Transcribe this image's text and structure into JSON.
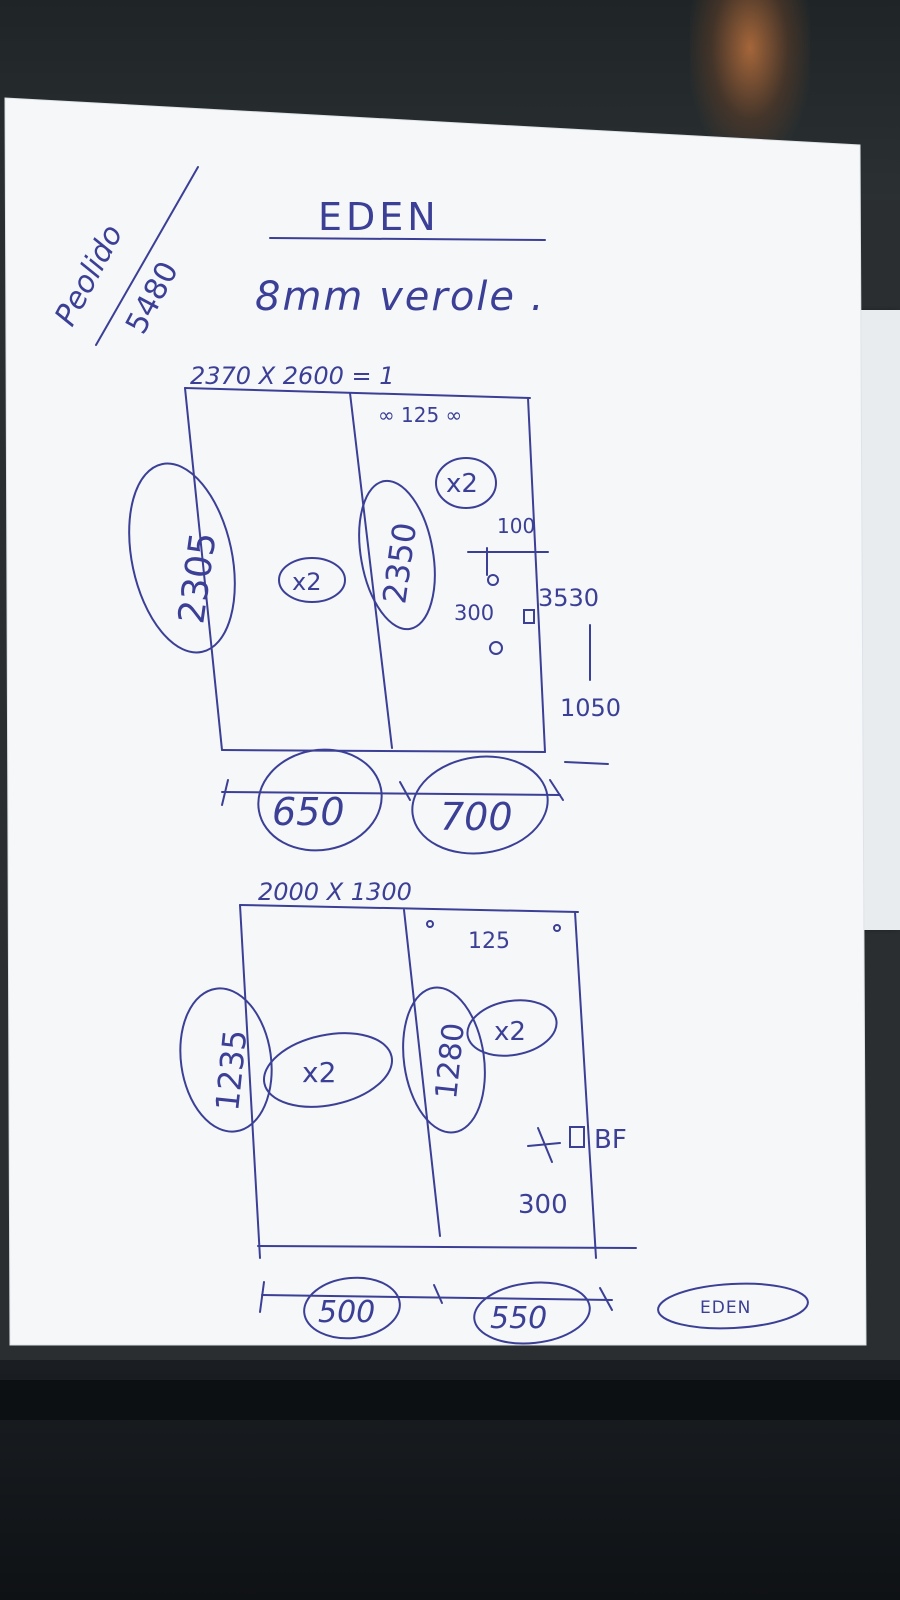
{
  "header": {
    "signature_note_line1": "Peolido",
    "signature_note_line2": "5480",
    "title": "EDEN",
    "subtitle": "8mm verole ."
  },
  "sketch_1": {
    "caption": "2370 X 2600 = 1",
    "top_note": "∞  125 ∞",
    "right_panel_qty": "x2",
    "left_panel_qty": "x2",
    "dim_100": "100",
    "dim_300": "300",
    "dim_3530": "3530",
    "dim_1050": "1050",
    "height_left": "2305",
    "height_right": "2350",
    "width_left": "650",
    "width_right": "700"
  },
  "sketch_2": {
    "caption": "2000 X 1300",
    "top_note": "125",
    "height_left": "1235",
    "height_right": "1280",
    "left_panel_qty": "x2",
    "right_panel_qty": "x2",
    "bf_label": "BF",
    "dim_300": "300",
    "width_left": "500",
    "width_right": "550",
    "brand_stamp": "EDEN"
  },
  "colors": {
    "ink": "#3b3f95",
    "paper": "#f4f6f8"
  }
}
